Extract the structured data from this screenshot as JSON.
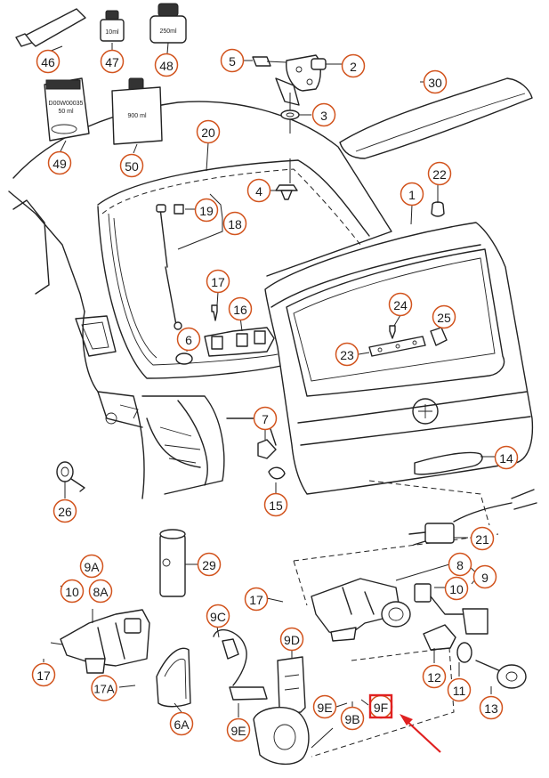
{
  "callout_color": "#d2541e",
  "highlight_color": "#e02020",
  "arrow_color": "#e02020",
  "products": {
    "tube_label": "",
    "bottle_small": "10ml",
    "bottle_medium": "250ml",
    "canister": "900 ml",
    "pouch_line1": "D00W00035",
    "pouch_line2": "50 ml"
  },
  "callouts": {
    "c1": "1",
    "c2": "2",
    "c3": "3",
    "c4": "4",
    "c5": "5",
    "c6": "6",
    "c7": "7",
    "c8": "8",
    "c9": "9",
    "c10": "10",
    "c10b": "10",
    "c11": "11",
    "c12": "12",
    "c13": "13",
    "c14": "14",
    "c15": "15",
    "c16": "16",
    "c17a": "17",
    "c17b": "17",
    "c17c": "17",
    "c17A": "17A",
    "c18": "18",
    "c19": "19",
    "c20": "20",
    "c21": "21",
    "c22": "22",
    "c23": "23",
    "c24": "24",
    "c25": "25",
    "c26": "26",
    "c29": "29",
    "c30": "30",
    "c46": "46",
    "c47": "47",
    "c48": "48",
    "c49": "49",
    "c50": "50",
    "c6A": "6A",
    "c8A": "8A",
    "c9A": "9A",
    "c9B": "9B",
    "c9C": "9C",
    "c9D": "9D",
    "c9E": "9E",
    "c9Eb": "9E",
    "c9F": "9F"
  },
  "highlighted_part": "9F"
}
